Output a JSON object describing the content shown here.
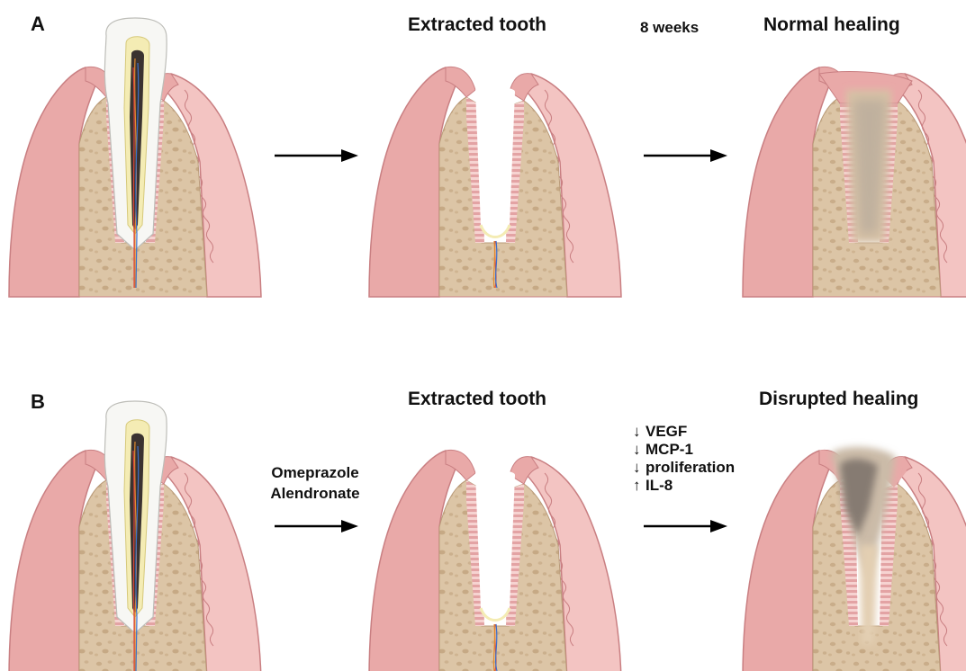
{
  "colors": {
    "gum": "#e9a9a8",
    "gum_dark": "#c97f82",
    "gum_light": "#f6d3d1",
    "bone": "#d9c2a4",
    "bone_pore": "#c9ad8a",
    "ligament": "#efb7b6",
    "tooth": "#f7f7f4",
    "pulp": "#f4ecb4",
    "canal": "#3a3230",
    "arrow": "#000000"
  },
  "panel_a": {
    "label": "A",
    "title_extracted": "Extracted tooth",
    "time_note": "8 weeks",
    "title_outcome": "Normal healing"
  },
  "panel_b": {
    "label": "B",
    "drugs": [
      "Omeprazole",
      "Alendronate"
    ],
    "title_extracted": "Extracted tooth",
    "title_outcome": "Disrupted healing",
    "effects": [
      {
        "arrow": "↓",
        "label": "VEGF"
      },
      {
        "arrow": "↓",
        "label": "MCP-1"
      },
      {
        "arrow": "↓",
        "label": "proliferation"
      },
      {
        "arrow": "↑",
        "label": "IL-8"
      }
    ]
  }
}
